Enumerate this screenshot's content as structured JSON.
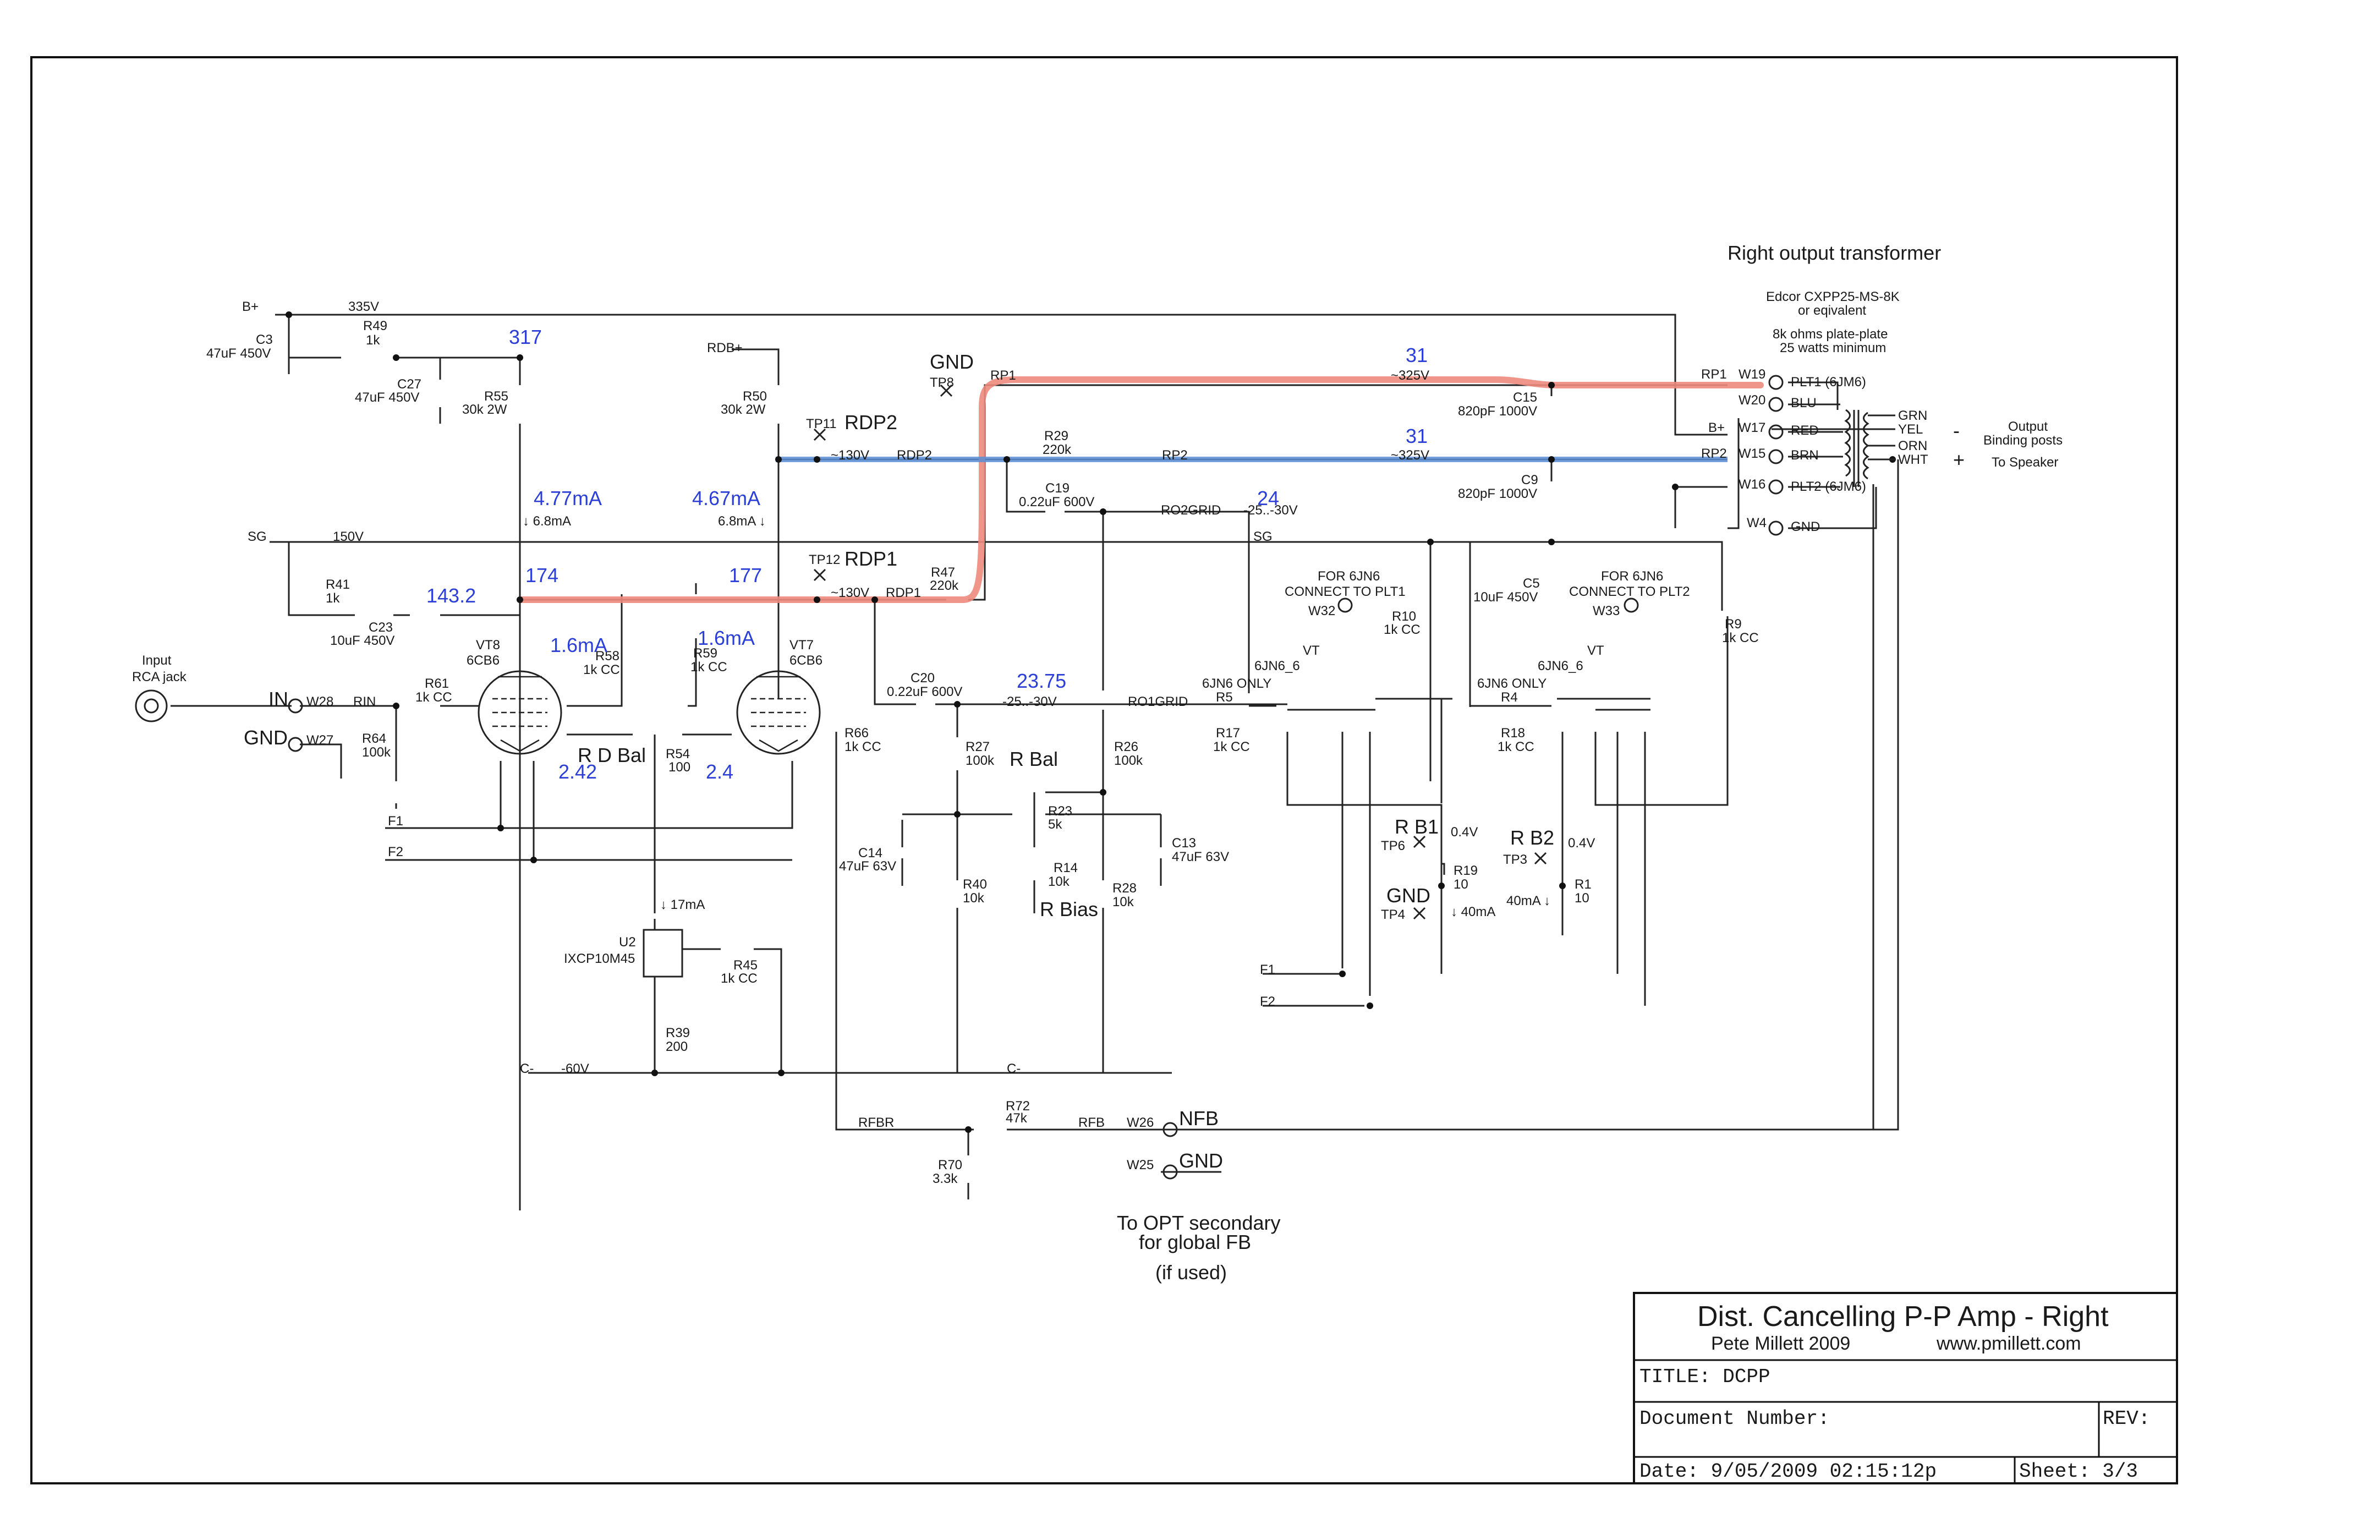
{
  "title_block": {
    "title": "Dist. Cancelling P-P Amp - Right",
    "author": "Pete Millett 2009",
    "url": "www.pmillett.com",
    "title_field": "TITLE:  DCPP",
    "doc_number": "Document Number:",
    "rev": "REV:",
    "date": "Date:  9/05/2009 02:15:12p",
    "sheet": "Sheet: 3/3"
  },
  "transformer": {
    "heading": "Right output transformer",
    "model": "Edcor CXPP25-MS-8K",
    "equiv": "or eqivalent",
    "impedance": "8k ohms plate-plate",
    "power": "25 watts minimum",
    "output_label": "Output",
    "binding_posts": "Binding posts",
    "to_speaker": "To Speaker",
    "primary_pins": [
      "PLT1 (6JM6)",
      "BLU",
      "RED",
      "BRN",
      "PLT2 (6JM6)",
      "GND"
    ],
    "wires": [
      "W19",
      "W20",
      "W17",
      "W15",
      "W16",
      "W4"
    ],
    "nets": [
      "RP1",
      "B+",
      "RP2"
    ],
    "secondary_pins": [
      "GRN",
      "YEL",
      "ORN",
      "WHT"
    ],
    "minus": "-",
    "plus": "+"
  },
  "labels": {
    "bplus": "B+",
    "v335": "335V",
    "sg": "SG",
    "v150": "150V",
    "rdbplus": "RDB+",
    "gnd": "GND",
    "tp8": "TP8",
    "tp11": "TP11",
    "rdp2": "RDP2",
    "tp12": "TP12",
    "rdp1": "RDP1",
    "rp1": "RP1",
    "rp2": "RP2",
    "rdp2_net": "RDP2",
    "rdp1_net": "RDP1",
    "m130a": "~130V",
    "m130b": "~130V",
    "m325a": "~325V",
    "m325b": "~325V",
    "ro2grid": "RO2GRID",
    "v25_30a": "-25..-30V",
    "sg2": "SG",
    "ro1grid": "RO1GRID",
    "v25_30b": "-25..-30V",
    "input": "Input",
    "rca": "RCA jack",
    "in": "IN",
    "w28": "W28",
    "rin": "RIN",
    "gnd_in": "GND",
    "w27": "W27",
    "f1": "F1",
    "f2": "F2",
    "f1b": "F1",
    "f2b": "F2",
    "cminus": "C-",
    "v60": "-60V",
    "cminus2": "C-",
    "rfbr": "RFBR",
    "rfb": "RFB",
    "w26": "W26",
    "nfb": "NFB",
    "w25": "W25",
    "gnd_fb": "GND",
    "to_opt": "To OPT secondary",
    "global_fb": "for global FB",
    "if_used": "(if used)",
    "vt8": "VT8",
    "vt8_type": "6CB6",
    "vt7": "VT7",
    "vt7_type": "6CB6",
    "u2": "U2",
    "u2_type": "IXCP10M45",
    "mA17": "↓ 17mA",
    "rdbal": "R D Bal",
    "rbal": "R Bal",
    "rbias": "R Bias",
    "for6jn6_1": "FOR 6JN6",
    "connect_plt1": "CONNECT TO PLT1",
    "w32": "W32",
    "for6jn6_2": "FOR 6JN6",
    "connect_plt2": "CONNECT TO PLT2",
    "w33": "W33",
    "jn6_a": "6JN6_6",
    "vtp_a": "VT",
    "jn6_b": "6JN6_6",
    "vtp_b": "VT",
    "jn6only_a": "6JN6 ONLY",
    "jn6only_b": "6JN6 ONLY",
    "rb1": "R B1",
    "tp6": "TP6",
    "rb2": "R B2",
    "tp3": "TP3",
    "gnd_tp4": "GND",
    "tp4": "TP4",
    "v04a": "0.4V",
    "v04b": "0.4V",
    "mA40a": "↓ 40mA",
    "mA40b": "40mA ↓",
    "mA68a": "↓ 6.8mA",
    "mA68b": "6.8mA ↓"
  },
  "components": {
    "C3": [
      "C3",
      "47uF 450V"
    ],
    "R49": [
      "R49",
      "1k"
    ],
    "C27": [
      "C27",
      "47uF 450V"
    ],
    "R55": [
      "R55",
      "30k 2W"
    ],
    "R50": [
      "R50",
      "30k 2W"
    ],
    "R41": [
      "R41",
      "1k"
    ],
    "C23": [
      "C23",
      "10uF 450V"
    ],
    "R61": [
      "R61",
      "1k CC"
    ],
    "R64": [
      "R64",
      "100k"
    ],
    "R58": [
      "R58",
      "1k CC"
    ],
    "R59": [
      "R59",
      "1k CC"
    ],
    "R54": [
      "R54",
      "100"
    ],
    "R66": [
      "R66",
      "1k CC"
    ],
    "R29": [
      "R29",
      "220k"
    ],
    "R47": [
      "R47",
      "220k"
    ],
    "C19": [
      "C19",
      "0.22uF 600V"
    ],
    "C20": [
      "C20",
      "0.22uF 600V"
    ],
    "R27": [
      "R27",
      "100k"
    ],
    "R26": [
      "R26",
      "100k"
    ],
    "R23": [
      "R23",
      "5k"
    ],
    "R14": [
      "R14",
      "10k"
    ],
    "C14": [
      "C14",
      "47uF 63V"
    ],
    "C13": [
      "C13",
      "47uF 63V"
    ],
    "R40": [
      "R40",
      "10k"
    ],
    "R28": [
      "R28",
      "10k"
    ],
    "R45": [
      "R45",
      "1k CC"
    ],
    "R39": [
      "R39",
      "200"
    ],
    "R72": [
      "R72",
      "47k"
    ],
    "R70": [
      "R70",
      "3.3k"
    ],
    "C15": [
      "C15",
      "820pF 1000V"
    ],
    "C9": [
      "C9",
      "820pF 1000V"
    ],
    "C5": [
      "C5",
      "10uF 450V"
    ],
    "R10": [
      "R10",
      "1k CC"
    ],
    "R9": [
      "R9",
      "1k CC"
    ],
    "R5": [
      "R5",
      ""
    ],
    "R17": [
      "R17",
      "1k CC"
    ],
    "R4": [
      "R4",
      ""
    ],
    "R18": [
      "R18",
      "1k CC"
    ],
    "R19": [
      "R19",
      "10"
    ],
    "R1": [
      "R1",
      "10"
    ]
  },
  "annotations": {
    "v317": "317",
    "i477": "4.77mA",
    "i467": "4.67mA",
    "v174": "174",
    "v177": "177",
    "v1432": "143.2",
    "i16a": "1.6mA",
    "i16b": "1.6mA",
    "v242": "2.42",
    "v24": "2.4",
    "v31a": "31",
    "v31b": "31",
    "v24b": "24",
    "v2375": "23.75"
  }
}
